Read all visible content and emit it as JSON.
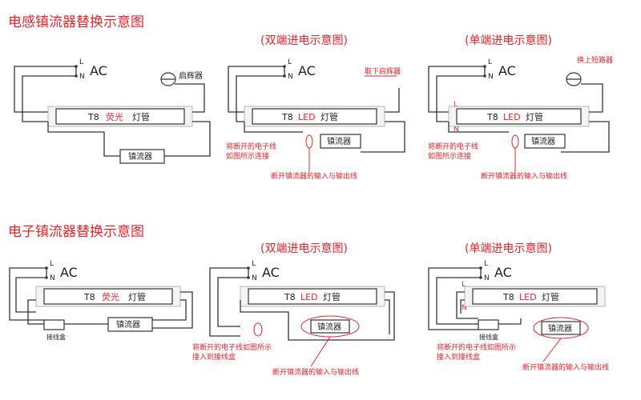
{
  "colors": {
    "accent": "#e8242b",
    "line": "#333333"
  },
  "section1": {
    "title": "电感镇流器替换示意图"
  },
  "section2": {
    "title": "电子镇流器替换示意图"
  },
  "labels": {
    "double_end": "(双端进电示意图)",
    "single_end": "(单端进电示意图)",
    "ac": "AC",
    "l": "L",
    "n": "N",
    "t8": "T8",
    "fluorescent": "荧光",
    "led": "LED",
    "tube": "灯管",
    "ballast": "镇流器",
    "starter": "启辉器",
    "junction_box": "接线盒"
  },
  "notes": {
    "remove_starter": "取下启辉器",
    "replace_fuse": "换上短路器",
    "rewire_line1": "将断开的电子线",
    "rewire_line2": "如图所示连接",
    "disconnect_ballast": "断开镇流器的输入与输出线",
    "rewire_box_line1": "将断开的电子线如图所示",
    "rewire_box_line2": "接入到接线盒"
  }
}
